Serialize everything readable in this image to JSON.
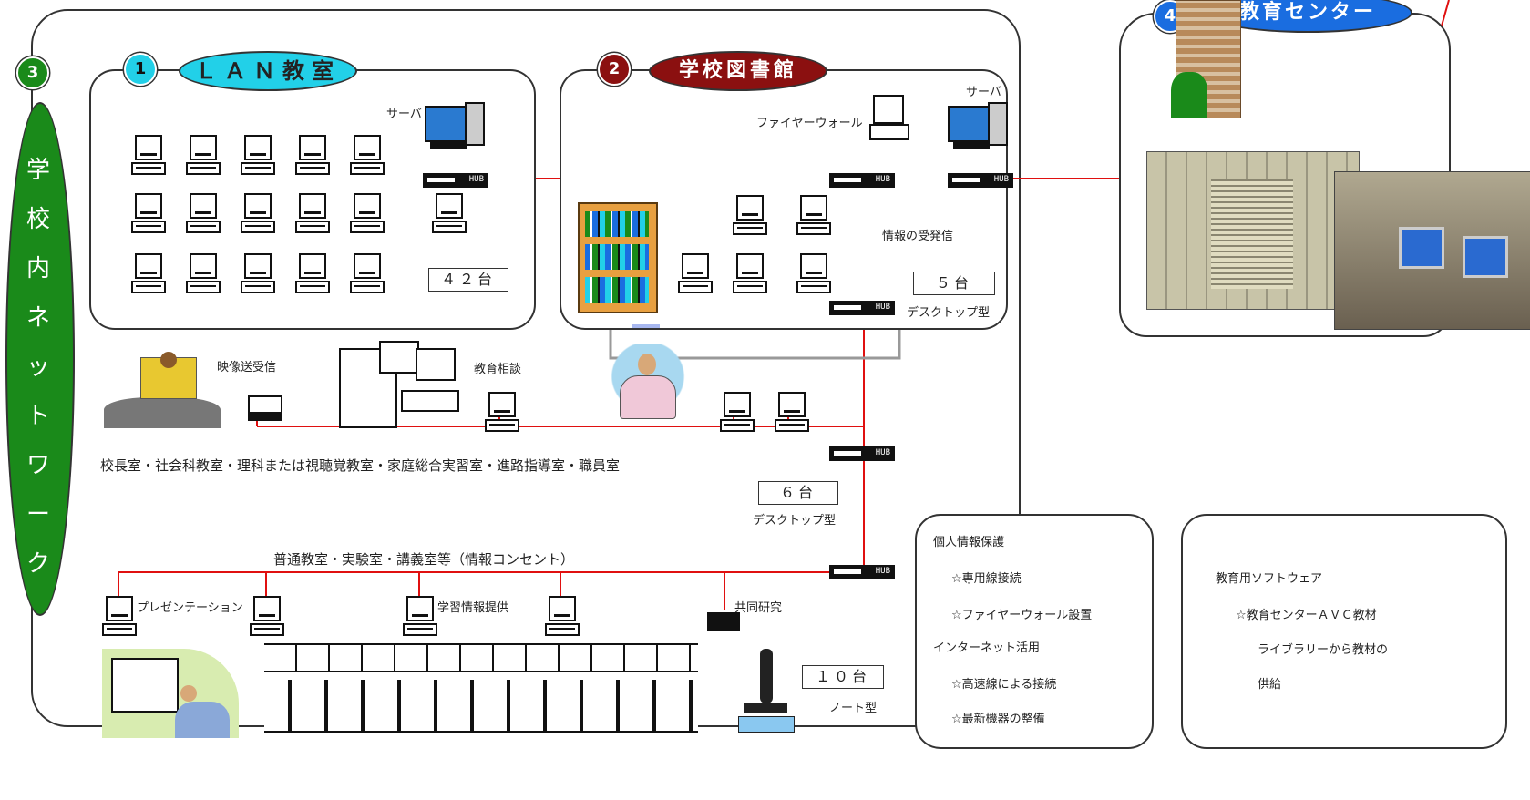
{
  "school_network": {
    "number": "3",
    "label": "学校内ネットワーク"
  },
  "lan_room": {
    "number": "1",
    "title": "ＬＡＮ教室",
    "server_label": "サーバ",
    "count": "４２台"
  },
  "library": {
    "number": "2",
    "title": "学校図書館",
    "firewall_label": "ファイヤーウォール",
    "server_label": "サーバ",
    "info_label": "情報の受発信",
    "count": "５台",
    "type": "デスクトップ型"
  },
  "ed_center": {
    "number": "4",
    "title": "教育センター"
  },
  "offices": {
    "video_label": "映像送受信",
    "consult_label": "教育相談",
    "rooms": "校長室・社会科教室・理科または視聴覚教室・家庭総合実習室・進路指導室・職員室",
    "count": "６台",
    "type": "デスクトップ型"
  },
  "classrooms": {
    "rooms": "普通教室・実験室・講義室等（情報コンセント）",
    "presentation": "プレゼンテーション",
    "info_provide": "学習情報提供",
    "joint_research": "共同研究",
    "count": "１０台",
    "type": "ノート型"
  },
  "privacy_box": {
    "heading": "個人情報保護",
    "items": [
      "☆専用線接続",
      "☆ファイヤーウォール設置"
    ],
    "heading2": "インターネット活用",
    "items2": [
      "☆高速線による接続",
      "☆最新機器の整備"
    ]
  },
  "software_box": {
    "heading": "教育用ソフトウェア",
    "line1": "☆教育センターＡＶＣ教材",
    "line2": "ライブラリーから教材の",
    "line3": "供給"
  },
  "hub_label": "HUB",
  "colors": {
    "line": "#e01010",
    "lan_oval": "#22d0e8",
    "library_oval": "#8b1010",
    "network_oval": "#1a8a1a",
    "center_oval": "#1a6de0"
  }
}
